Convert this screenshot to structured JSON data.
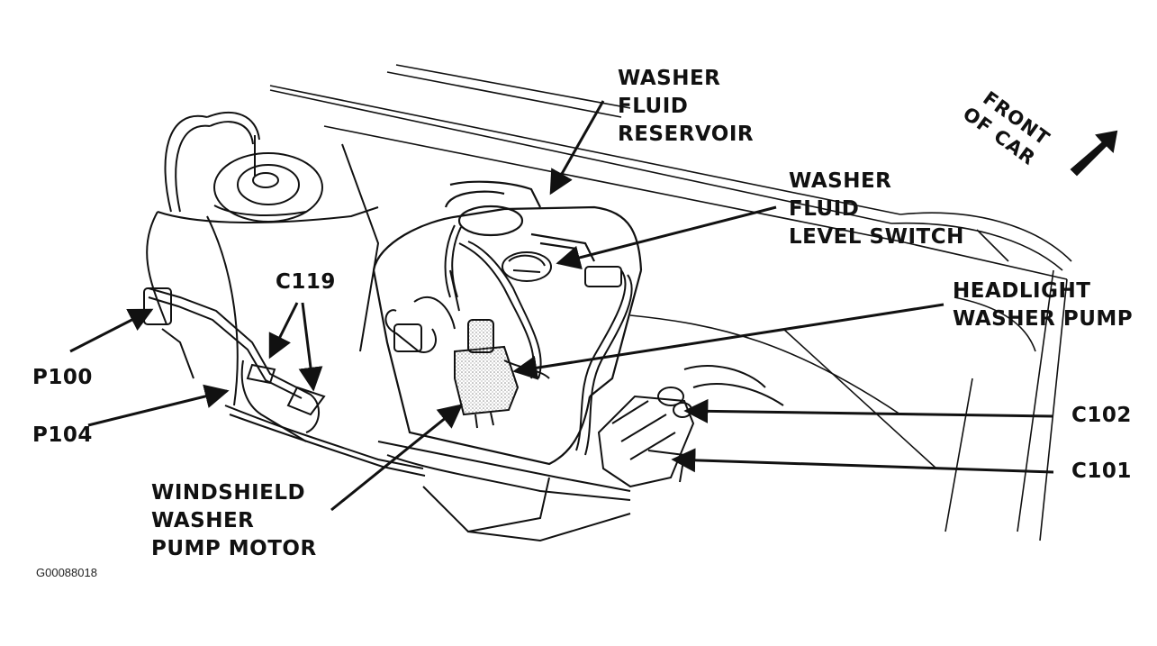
{
  "labels": {
    "washer_fluid_reservoir": [
      "WASHER",
      "FLUID",
      "RESERVOIR"
    ],
    "washer_fluid_level_switch": [
      "WASHER",
      "FLUID",
      "LEVEL SWITCH"
    ],
    "front_of_car": [
      "FRONT",
      "OF CAR"
    ],
    "c119": "C119",
    "headlight_washer_pump": [
      "HEADLIGHT",
      "WASHER PUMP"
    ],
    "p100": "P100",
    "p104": "P104",
    "c102": "C102",
    "c101": "C101",
    "windshield_washer_pump_motor": [
      "WINDSHIELD",
      "WASHER",
      "PUMP MOTOR"
    ]
  },
  "figure_code": "G00088018",
  "colors": {
    "ink": "#111111",
    "stipple": "#9a9a9a",
    "background": "#ffffff"
  }
}
